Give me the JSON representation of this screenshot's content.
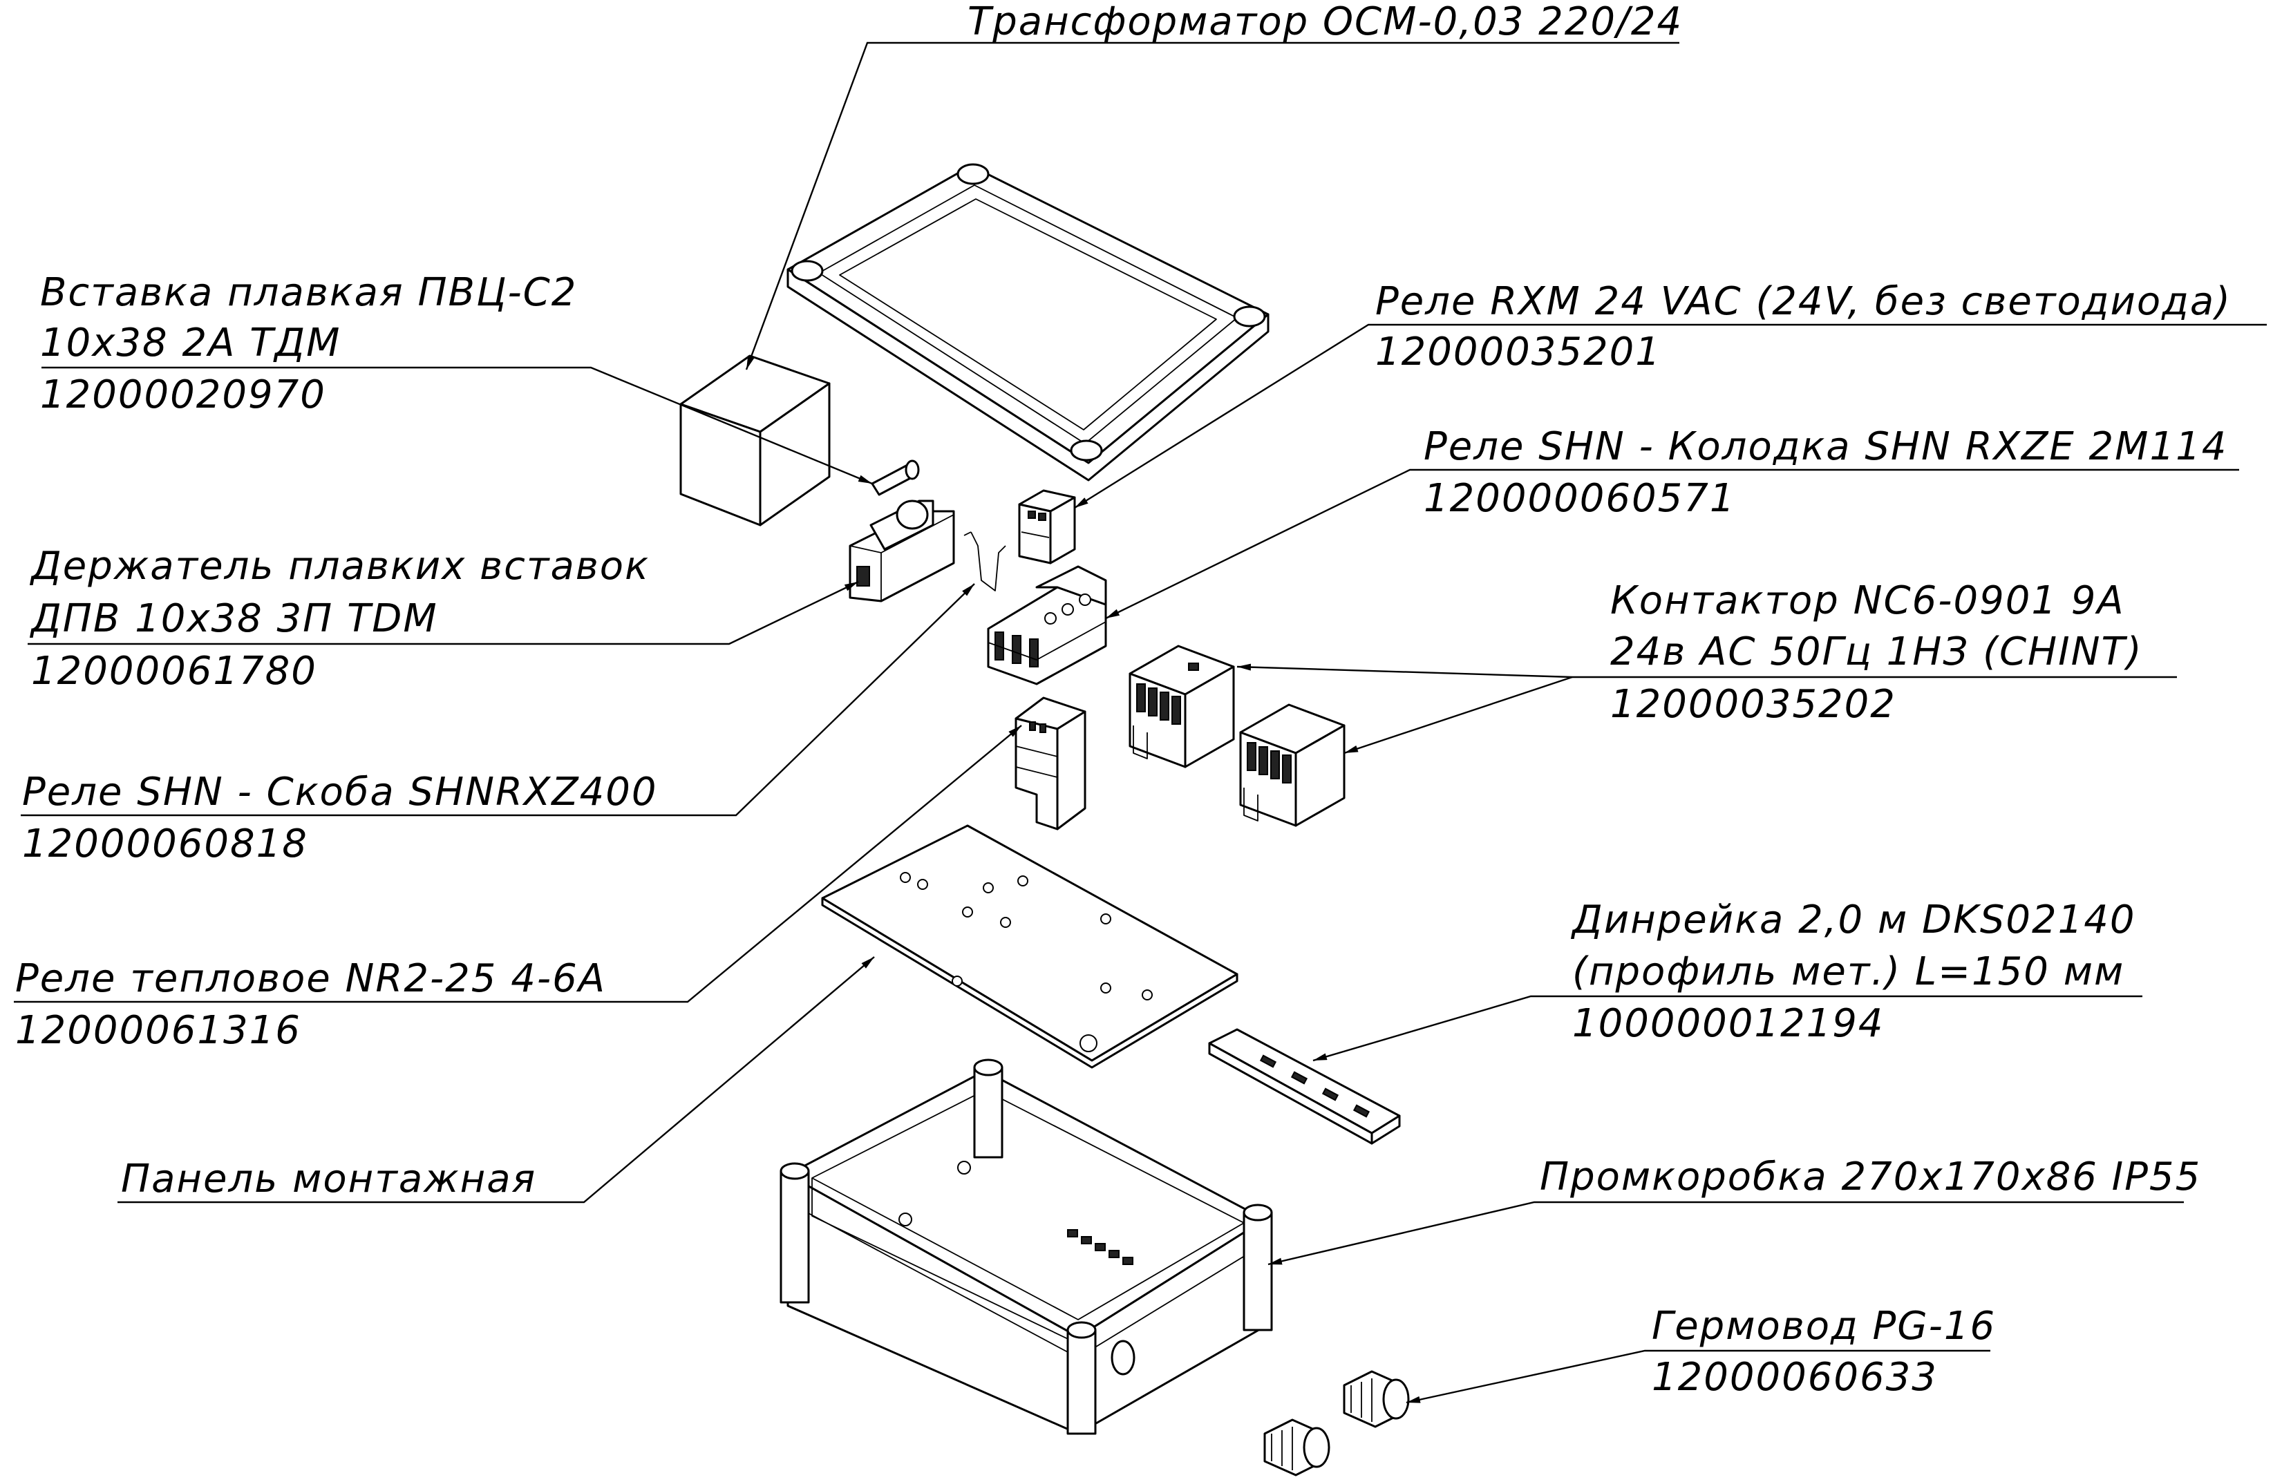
{
  "callouts": {
    "transformer": {
      "line1": "Трансформатор ОСМ-0,03 220/24"
    },
    "fuse": {
      "line1": "Вставка плавкая ПВЦ-С2",
      "line2": "10х38 2А ТДМ",
      "code": "12000020970"
    },
    "relay_rxm": {
      "line1": "Реле RXM 24 VAC (24V, без светодиода)",
      "code": "12000035201"
    },
    "relay_socket": {
      "line1": "Реле SHN - Колодка SHN RXZE 2M114",
      "code": "120000060571"
    },
    "fuse_holder": {
      "line1": "Держатель плавких вставок",
      "line2": "ДПВ 10х38 3П TDM",
      "code": "12000061780"
    },
    "contactor": {
      "line1": "Контактор  NC6-0901 9А",
      "line2": "24в АС 50Гц 1НЗ (CHINT)",
      "code": "12000035202"
    },
    "relay_clip": {
      "line1": "Реле SHN - Скоба SHNRXZ400",
      "code": "12000060818"
    },
    "din_rail": {
      "line1": "Динрейка 2,0 м DKS02140",
      "line2": "(профиль мет.)  L=150 мм",
      "code": "100000012194"
    },
    "thermal_relay": {
      "line1": "Реле тепловое NR2-25 4-6А",
      "code": "12000061316"
    },
    "mount_panel": {
      "line1": "Панель монтажная"
    },
    "enclosure": {
      "line1": "Промкоробка 270х170х86 IP55"
    },
    "cable_gland": {
      "line1": "Гермовод PG-16",
      "code": "12000060633"
    }
  }
}
